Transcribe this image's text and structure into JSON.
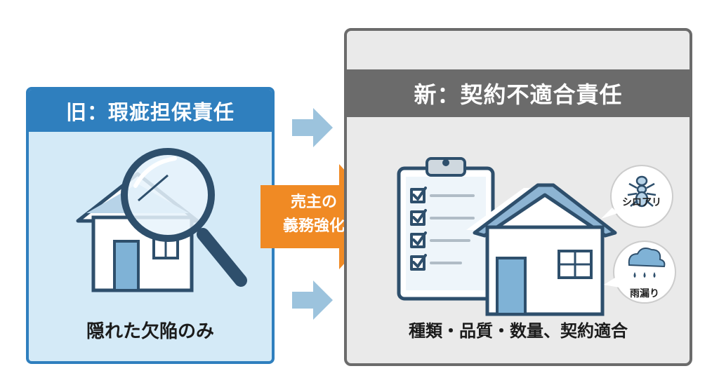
{
  "old": {
    "title": "旧：瑕疵担保責任",
    "caption": "隠れた欠陥のみ"
  },
  "transition": {
    "line1": "売主の",
    "line2": "義務強化"
  },
  "new": {
    "title": "新：契約不適合責任",
    "caption": "種類・品質・数量、契約適合",
    "bubbles": {
      "termite": "シロアリ",
      "leak": "雨漏り"
    }
  },
  "colors": {
    "old_accent": "#2f7fbe",
    "old_bg": "#d4eaf7",
    "new_accent": "#6b6b6b",
    "new_bg": "#eaeaea",
    "arrow_orange": "#f08a24",
    "arrow_blue": "#9cc3dd"
  },
  "icons": [
    "house-icon",
    "magnifying-glass-icon",
    "clipboard-checklist-icon",
    "termite-icon",
    "rain-cloud-icon",
    "arrow-right-icon"
  ]
}
